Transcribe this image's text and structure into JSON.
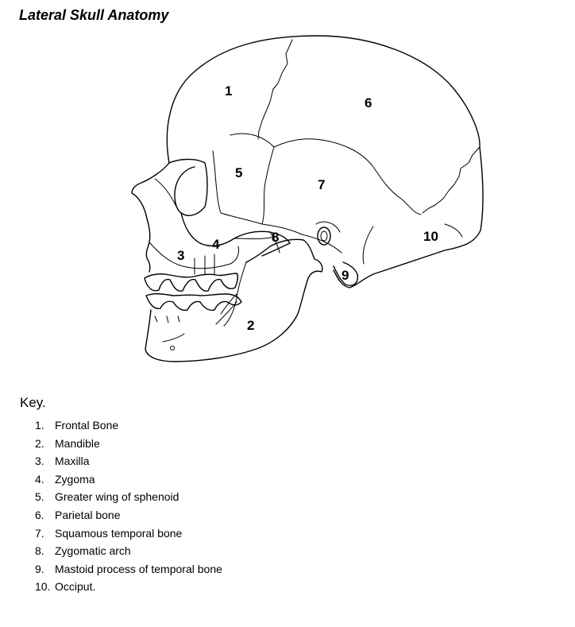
{
  "title": "Lateral Skull Anatomy",
  "labels": [
    "1",
    "2",
    "3",
    "4",
    "5",
    "6",
    "7",
    "8",
    "9",
    "10"
  ],
  "key": {
    "heading": "Key.",
    "items": [
      {
        "num": "1.",
        "text": "Frontal Bone"
      },
      {
        "num": "2.",
        "text": "Mandible"
      },
      {
        "num": "3.",
        "text": "Maxilla"
      },
      {
        "num": "4.",
        "text": "Zygoma"
      },
      {
        "num": "5.",
        "text": "Greater wing of sphenoid"
      },
      {
        "num": "6.",
        "text": "Parietal bone"
      },
      {
        "num": "7.",
        "text": "Squamous temporal bone"
      },
      {
        "num": "8.",
        "text": "Zygomatic arch"
      },
      {
        "num": "9.",
        "text": "Mastoid process of temporal bone"
      },
      {
        "num": "10.",
        "text": "Occiput."
      }
    ]
  }
}
